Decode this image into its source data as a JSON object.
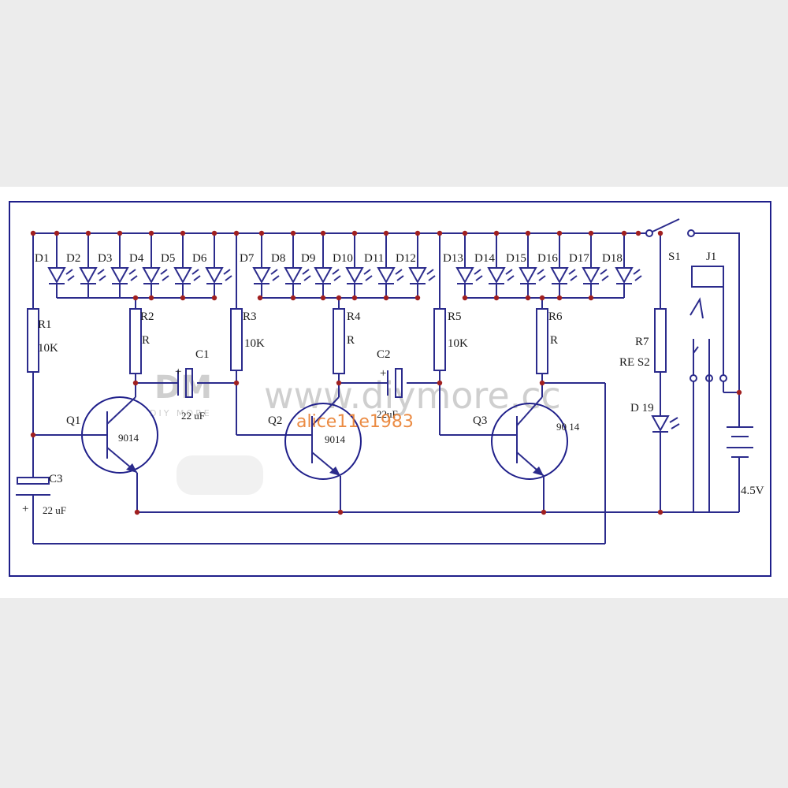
{
  "labels": {
    "leds": [
      "D1",
      "D2",
      "D3",
      "D4",
      "D5",
      "D6",
      "D7",
      "D8",
      "D9",
      "D10",
      "D11",
      "D12",
      "D13",
      "D14",
      "D15",
      "D16",
      "D17",
      "D18"
    ],
    "d19": "D 19",
    "r1": "R1",
    "r1v": "10K",
    "r2": "R2",
    "r2v": "R",
    "r3": "R3",
    "r3v": "10K",
    "r4": "R4",
    "r4v": "R",
    "r5": "R5",
    "r5v": "10K",
    "r6": "R6",
    "r6v": "R",
    "r7": "R7",
    "r7v": "RE S2",
    "c1": "C1",
    "c1v": "22 uF",
    "c2": "C2",
    "c2v": "22uF",
    "c3": "C3",
    "c3v": "22 uF",
    "q1": "Q1",
    "q1v": "9014",
    "q2": "Q2",
    "q2v": "9014",
    "q3": "Q3",
    "q3v": "90 14",
    "s1": "S1",
    "j1": "J1",
    "battery": "4.5V",
    "plus": "+"
  },
  "watermarks": {
    "logo": "DM",
    "logo_sub": "DIY MORE",
    "site": "www.diymore.cc",
    "user": "alice11e1983"
  },
  "colors": {
    "wire": "#2b2b8c",
    "node": "#a02020",
    "watermark": "#cfcfcf",
    "watermark_user": "#e87722"
  }
}
